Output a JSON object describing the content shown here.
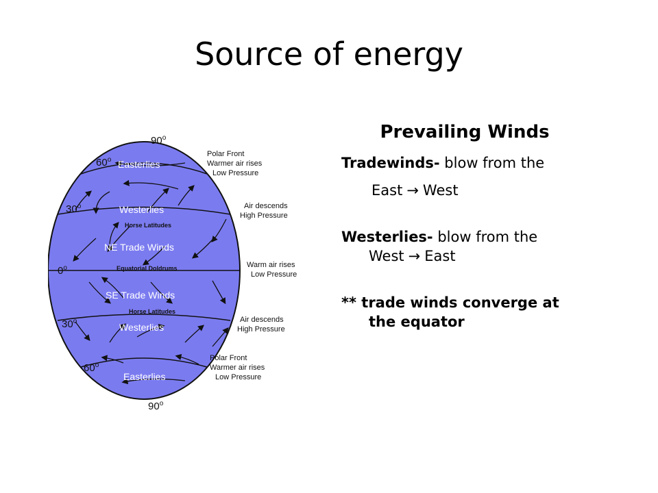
{
  "slide": {
    "title": "Source of energy"
  },
  "panel": {
    "heading": "Prevailing Winds",
    "trade_term": "Tradewinds-",
    "trade_desc": " blow from the",
    "trade_from": "East",
    "trade_to": "West",
    "west_term": "Westerlies-",
    "west_desc": " blow from the",
    "west_from": "West",
    "west_to": "East",
    "note_line1": "** trade winds converge at",
    "note_line2": "the equator",
    "arrow_glyph": "→"
  },
  "diagram": {
    "globe_color": "#7b7bf0",
    "lat_90_top": "90",
    "lat_60_top": "60",
    "lat_30_top": "30",
    "lat_0": "0",
    "lat_30_bottom": "30",
    "lat_60_bottom": "60",
    "lat_90_bottom": "90",
    "degree": "o",
    "band_easterlies_top": "Easterlies",
    "band_westerlies_top": "Westerlies",
    "band_horse_top": "Horse Latitudes",
    "band_ne_trade": "NE Trade Winds",
    "band_doldrums": "Equatorial Doldrums",
    "band_se_trade": "SE Trade Winds",
    "band_horse_bottom": "Horse Latitudes",
    "band_westerlies_bottom": "Westerlies",
    "band_easterlies_bottom": "Easterlies",
    "note_polar_top_1": "Polar Front",
    "note_polar_top_2": "Warmer air rises",
    "note_polar_top_3": "Low Pressure",
    "note_30n_1": "Air descends",
    "note_30n_2": "High Pressure",
    "note_eq_1": "Warm air rises",
    "note_eq_2": "Low Pressure",
    "note_30s_1": "Air descends",
    "note_30s_2": "High Pressure",
    "note_polar_bottom_1": "Polar Front",
    "note_polar_bottom_2": "Warmer air rises",
    "note_polar_bottom_3": "Low Pressure"
  }
}
